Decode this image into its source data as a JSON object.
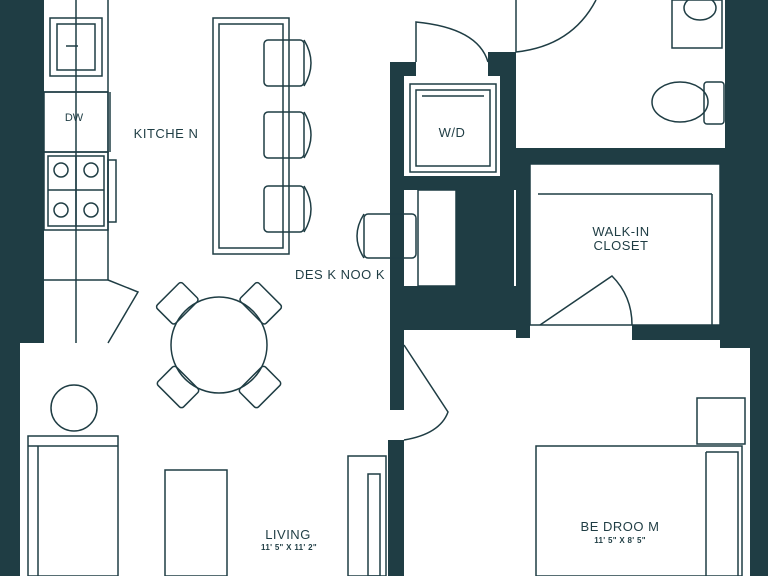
{
  "colors": {
    "wall": "#1f3d44",
    "line": "#1f3d44",
    "background": "#ffffff"
  },
  "labels": {
    "dw": "DW",
    "kitchen": "KITCHE N",
    "wd": "W/D",
    "walk_in_closet_line1": "WALK-IN",
    "walk_in_closet_line2": "CLOSET",
    "desk_nook": "DES K NOO K",
    "living": "LIVING",
    "living_dims": "11' 5\" X 11' 2\"",
    "bedroom": "BE DROO M",
    "bedroom_dims": "11' 5\" X 8' 5\""
  }
}
